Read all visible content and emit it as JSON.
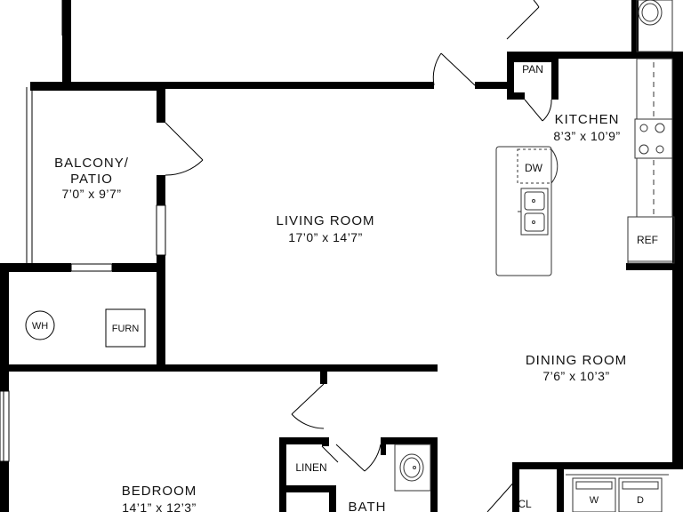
{
  "colors": {
    "wall": "#000000",
    "fixture": "#555555",
    "background": "#ffffff"
  },
  "rooms": {
    "balcony": {
      "name_line1": "BALCONY/",
      "name_line2": "PATIO",
      "dimensions": "7’0” x 9’7”"
    },
    "living": {
      "name": "LIVING ROOM",
      "dimensions": "17’0” x 14’7”"
    },
    "kitchen": {
      "name": "KITCHEN",
      "dimensions": "8’3” x 10’9”"
    },
    "dining": {
      "name": "DINING ROOM",
      "dimensions": "7’6” x 10’3”"
    },
    "bedroom": {
      "name": "BEDROOM",
      "dimensions": "14’1” x 12’3”"
    },
    "bath": {
      "name": "BATH"
    }
  },
  "fixtures": {
    "pantry": "PAN",
    "dishwasher": "DW",
    "refrigerator": "REF",
    "water_heater": "WH",
    "furnace": "FURN",
    "linen": "LINEN",
    "closet": "CL",
    "washer": "W",
    "dryer": "D"
  }
}
